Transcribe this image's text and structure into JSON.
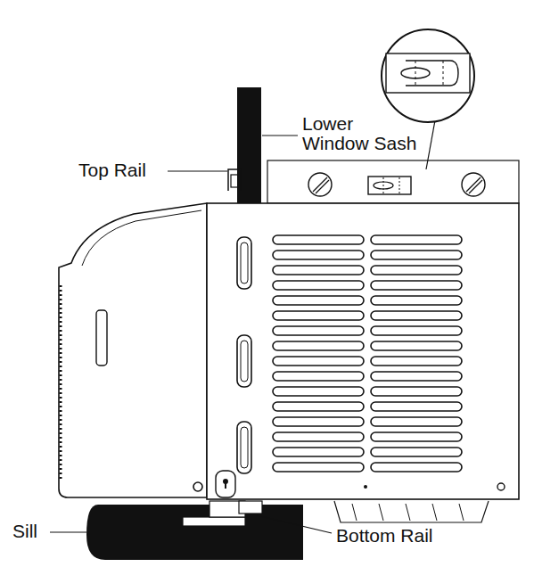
{
  "diagram": {
    "labels": [
      "Lower Window Sash",
      "Top Rail",
      "Sill",
      "Bottom Rail"
    ]
  }
}
